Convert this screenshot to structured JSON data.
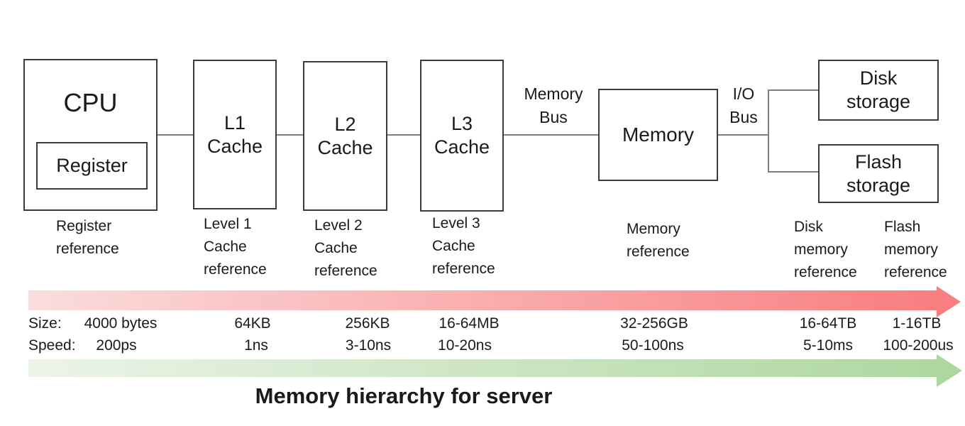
{
  "title": "Memory hierarchy for server",
  "boxes": {
    "cpu": "CPU",
    "register": "Register",
    "l1_cache": "L1\nCache",
    "l2_cache": "L2\nCache",
    "l3_cache": "L3\nCache",
    "memory": "Memory",
    "disk_storage": "Disk\nstorage",
    "flash_storage": "Flash\nstorage"
  },
  "bus_labels": {
    "memory_bus": "Memory\nBus",
    "io_bus": "I/O\nBus"
  },
  "reference_labels": {
    "register": "Register\nreference",
    "l1": "Level 1\nCache\nreference",
    "l2": "Level 2\nCache\nreference",
    "l3": "Level 3\nCache\nreference",
    "memory": "Memory\nreference",
    "disk": "Disk\nmemory\nreference",
    "flash": "Flash\nmemory\nreference"
  },
  "size_row": {
    "label": "Size:",
    "values": [
      "4000 bytes",
      "64KB",
      "256KB",
      "16-64MB",
      "32-256GB",
      "16-64TB",
      "1-16TB"
    ]
  },
  "speed_row": {
    "label": "Speed:",
    "values": [
      "200ps",
      "1ns",
      "3-10ns",
      "10-20ns",
      "50-100ns",
      "5-10ms",
      "100-200us"
    ]
  },
  "colors": {
    "red_arrow_start": "#fbdddd",
    "red_arrow_end": "#f87e80",
    "green_arrow_start": "#ecf4e8",
    "green_arrow_end": "#aed7a0",
    "box_border": "#3b3b3b",
    "connector": "#7f7f7f"
  }
}
